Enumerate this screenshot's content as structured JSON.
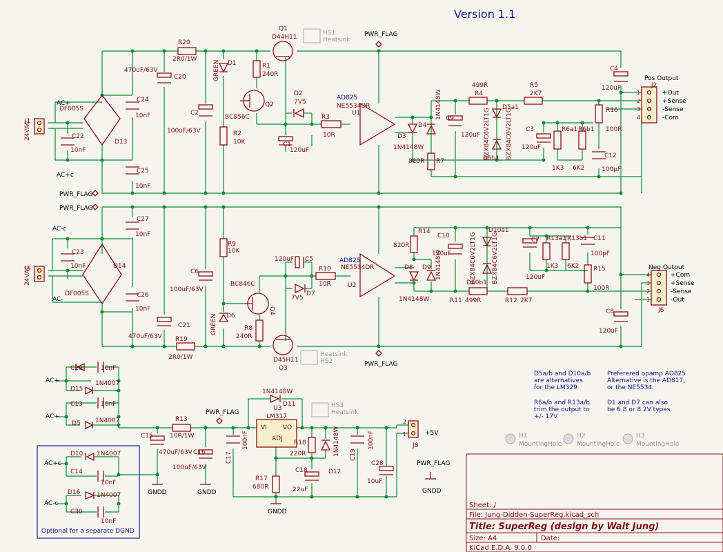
{
  "header": {
    "version": "Version 1.1"
  },
  "labels": {
    "ac_plus": "AC+",
    "ac_plus_c": "AC+c",
    "ac_minus": "AC-",
    "ac_minus_c": "AC-c",
    "pwr_flag": "PWR_FLAG",
    "gndd": "GNDD",
    "plus5v": "+5V",
    "pos_output": "Pos Output",
    "neg_output": "Neg Output",
    "out": "+Out",
    "sense_p": "+Sense",
    "sense_m": "-Sense",
    "com": "-Com",
    "com_p": "+Com",
    "out_m": "-Out",
    "heatsink": "Heatsink",
    "mountinghole": "MountingHole",
    "vi": "VI",
    "vo": "VO",
    "adj": "ADJ"
  },
  "components": {
    "j1": "J1",
    "j1v": "24VAC",
    "j5": "J5",
    "j5v": "24VAC",
    "df1": "DF005S",
    "d13": "D13",
    "df2": "DF005S",
    "d14": "D14",
    "c24": "C24",
    "c24v": "10nF",
    "c22": "C22",
    "c22v": "10nF",
    "c25": "C25",
    "c25v": "10nF",
    "c27": "C27",
    "c27v": "10nF",
    "c23": "C23",
    "c23v": "10nF",
    "c26": "C26",
    "c26v": "10nF",
    "c20": "C20",
    "c20v": "470uF/63V",
    "c21": "C21",
    "c21v": "470uF/63V",
    "r20": "R20",
    "r20v": "2R0/1W",
    "r19": "R19",
    "r19v": "2R0/1W",
    "c2": "C2",
    "c2v": "100uF/63V",
    "c6": "C6",
    "c6v": "100uF/63V",
    "d1": "D1",
    "d1v": "GREEN",
    "d6": "D6",
    "d6v": "GREEN",
    "r2": "R2",
    "r2v": "10K",
    "r9": "R9",
    "r9v": "10K",
    "r1": "R1",
    "r1v": "240R",
    "r8": "R8",
    "r8v": "240R",
    "q1": "Q1",
    "q1v": "D44H11",
    "q3": "Q3",
    "q3v": "D45H11",
    "q2": "Q2",
    "q2v": "BC856C",
    "q4": "Q4",
    "q4v": "BC846C",
    "hs1": "HS1",
    "hs2": "HS2",
    "hs3": "HS3",
    "d2": "D2",
    "d2v": "7V5",
    "d7": "D7",
    "d7v": "7V5",
    "c1": "C1",
    "c1v": "120uF",
    "c5": "C5",
    "c5v": "120uF",
    "r3": "R3",
    "r3v": "10R",
    "r10": "R10",
    "r10v": "10R",
    "u1": "U1",
    "u1v": "AD825",
    "u1v2": "NE5534DR",
    "u2": "U2",
    "u2v": "AD825",
    "u2v2": "NE5534DR",
    "d3": "D3",
    "d4": "D4",
    "d4v": "1N4148W",
    "d3v": "1N4148W",
    "d8": "D8",
    "d9": "D9",
    "d8v": "1N4148W",
    "d9v": "1N4148W",
    "c9": "C9",
    "c9v": "120uF",
    "c10": "C10",
    "c10v": "120uF",
    "r4": "R4",
    "r4v": "499R",
    "r11": "R11",
    "r11v": "499R",
    "r5": "R5",
    "r5v": "2K7",
    "r12": "R12",
    "r12v": "2K7",
    "r7": "R7",
    "r7v": "820R",
    "r14": "R14",
    "r14v": "820R",
    "d5a1": "D5a1",
    "d5b1": "D5b1",
    "d5v": "BZX84C6V2LT1G",
    "d10a1": "D10a1",
    "d10b1": "D10b1",
    "d10v": "BZX84C6V2LT1G",
    "c3": "C3",
    "c3v": "120uF",
    "c7": "C7",
    "c7v": "120uF",
    "r6a1": "R6a1",
    "r6b1": "R6b1",
    "r6av": "1K3",
    "r6bv": "6K2",
    "r13a1": "R13a1",
    "r13b1": "R13b1",
    "r13av": "1K3",
    "r13bv": "6K2",
    "r16": "R16",
    "r16v": "100R",
    "r15": "R15",
    "r15v": "100R",
    "c12": "C12",
    "c12v": "100pF",
    "c11": "C11",
    "c11v": "100pF",
    "c4": "C4",
    "c4v": "120uF",
    "c8": "C8",
    "c8v": "120uF",
    "j2": "J2",
    "j6": "J6",
    "c29": "C29",
    "c29v": "10nF",
    "c13": "C13",
    "c13v": "10nF",
    "d15": "D15",
    "d15v": "1N4007",
    "d5": "D5",
    "d5v2": "1N4007",
    "d10": "D10",
    "d10v2": "1N4007",
    "d16": "D16",
    "d16v": "1N4007",
    "c14": "C14",
    "c14v": "10nF",
    "c30": "C30",
    "c30v": "10nF",
    "c15": "C15",
    "c15v": "470uF/63V",
    "r13": "R13",
    "r13v": "10R/1W",
    "c16": "C16",
    "c16v": "100uF/63V",
    "c17": "C17",
    "c17v": "100nF",
    "u3": "U3",
    "u3v": "LM317",
    "d11": "D11",
    "d11v": "1N4148W",
    "r18": "R18",
    "r18v": "220R",
    "d12": "D12",
    "d12v": "1N4148W",
    "c18": "C18",
    "c18v": "22uF",
    "r17": "R17",
    "r17v": "680R",
    "c19": "C19",
    "c19v": "100nF",
    "c28": "C28",
    "c28v": "10uF",
    "j8": "J8",
    "h1": "H1",
    "h2": "H2",
    "h3": "H3"
  },
  "optional_box": "Optional for a separate DGND",
  "notes": {
    "n1": [
      "D5a/b and D10a/b",
      "are alternatives",
      "for the LM329"
    ],
    "n2": [
      "Preferered opamp AD825",
      "Alternative is the AD817,",
      "or the NE5534."
    ],
    "n3": [
      "R6a/b and R13a/b",
      "trim the output to",
      "+/- 17V"
    ],
    "n4": [
      "D1 and D7 can also",
      "be 6.8 or 8.2V types"
    ]
  },
  "title_block": {
    "sheet": "Sheet: /",
    "file": "File: Jung-Didden-SuperReg.kicad_sch",
    "title": "Title: SuperReg (design by Walt Jung)",
    "size": "Size: A4",
    "date": "Date:",
    "tool": "KiCad E.D.A. 9.0.0"
  }
}
